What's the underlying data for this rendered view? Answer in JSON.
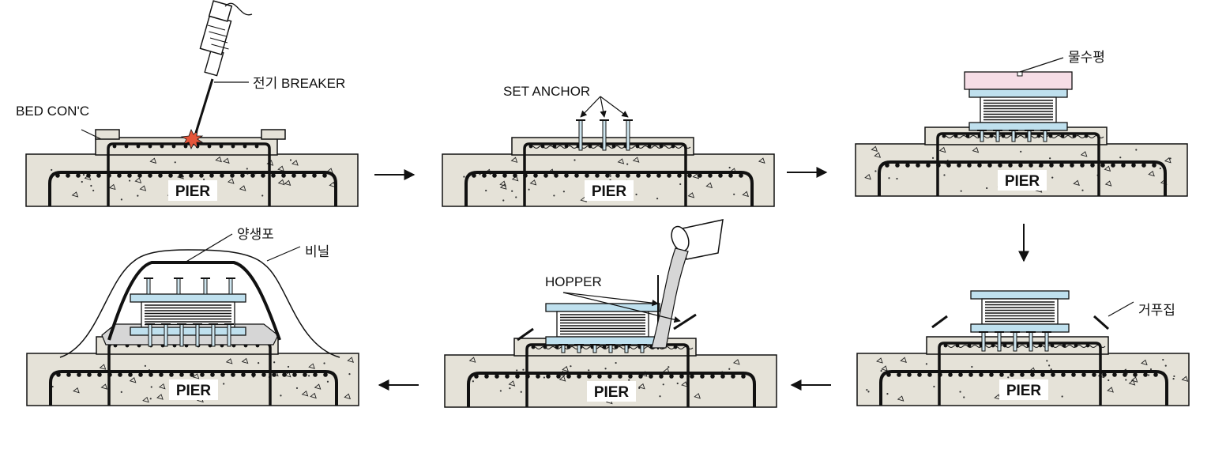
{
  "labels": {
    "breaker": "전기 BREAKER",
    "bed_conc": "BED CON'C",
    "set_anchor": "SET ANCHOR",
    "water_level": "물수평",
    "formwork": "거푸집",
    "hopper": "HOPPER",
    "curing_cloth": "양생포",
    "vinyl": "비닐",
    "pier": "PIER"
  },
  "colors": {
    "concrete": "#e5e2d8",
    "bearing_plate": "#bfe0ee",
    "level_box": "#f6dde6",
    "grout": "#d6d6d6",
    "spark": "#e5553a"
  },
  "flow": [
    "step-1",
    "step-2",
    "step-3",
    "step-4",
    "step-5",
    "step-6"
  ]
}
